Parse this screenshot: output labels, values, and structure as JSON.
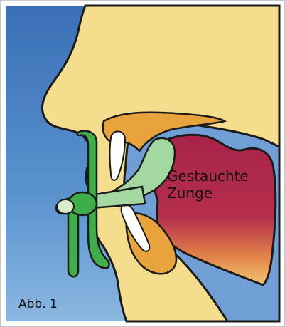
{
  "labels": {
    "tongue_line1": "Gestauchte",
    "tongue_line2": "Zunge",
    "figure": "Abb. 1"
  },
  "colors": {
    "background_blue": "#4f86c6",
    "skin": "#f5dd8e",
    "outline": "#1b1b1b",
    "tongue_red": "#b02a4a",
    "tongue_orange": "#e7953a",
    "gums_orange": "#e9a33c",
    "device_green": "#3fae4a",
    "light_green": "#a3d9a0",
    "teeth": "#ffffff",
    "frame": "#c7c7c7"
  }
}
